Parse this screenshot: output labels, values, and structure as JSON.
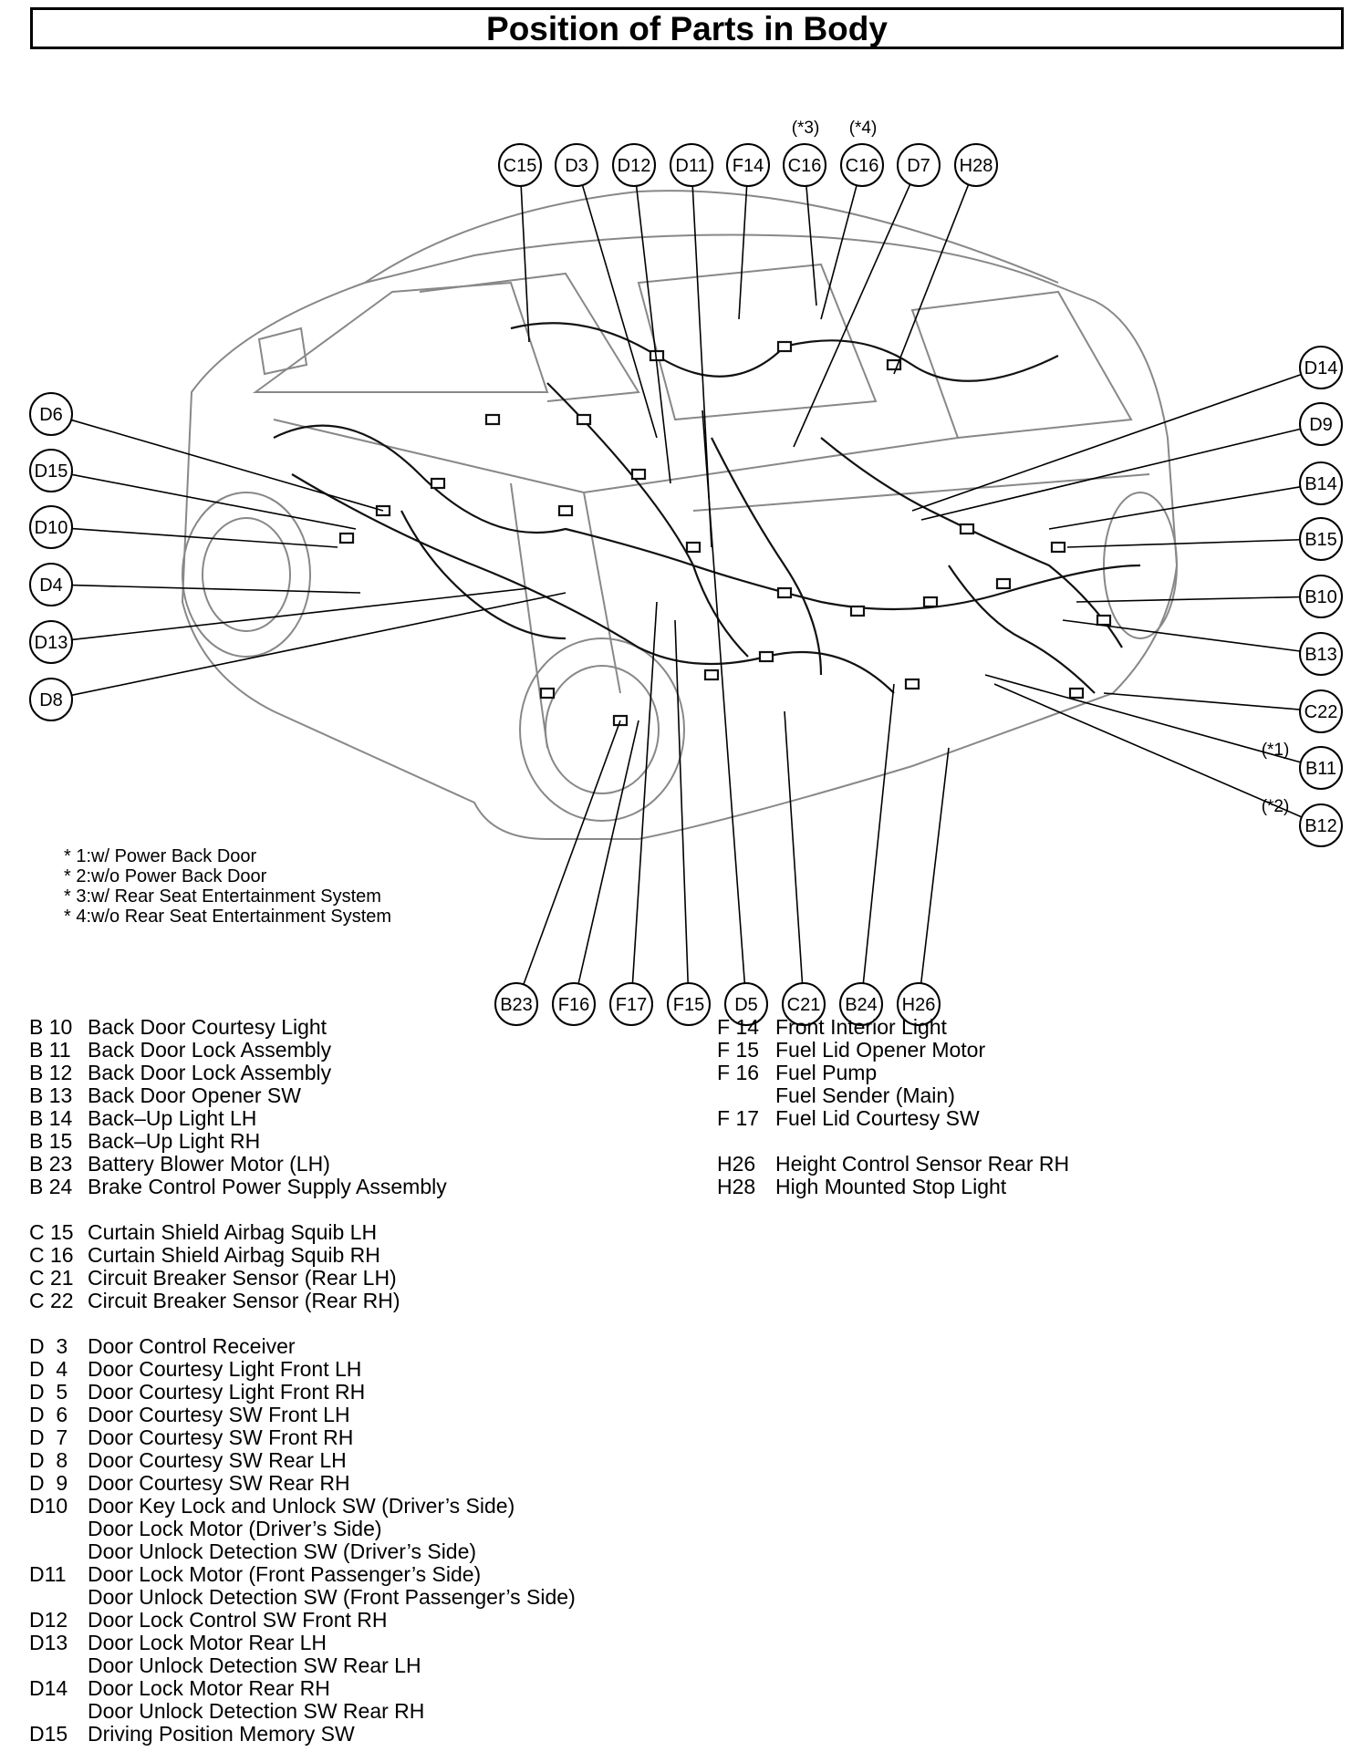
{
  "title": "Position of Parts in Body",
  "notes": [
    "* 1:w/ Power Back Door",
    "* 2:w/o Power Back Door",
    "* 3:w/ Rear Seat Entertainment System",
    "* 4:w/o Rear Seat Entertainment System"
  ],
  "callouts": {
    "top": [
      "C15",
      "D3",
      "D12",
      "D11",
      "F14",
      "C16",
      "C16",
      "D7",
      "H28"
    ],
    "top_notes": [
      "(*3)",
      "(*4)"
    ],
    "left": [
      "D6",
      "D15",
      "D10",
      "D4",
      "D13",
      "D8"
    ],
    "right": [
      "D14",
      "D9",
      "B14",
      "B15",
      "B10",
      "B13",
      "C22",
      "B11",
      "B12"
    ],
    "right_notes": [
      "(*1)",
      "(*2)"
    ],
    "bottom": [
      "B23",
      "F16",
      "F17",
      "F15",
      "D5",
      "C21",
      "B24",
      "H26"
    ]
  },
  "legend_left": [
    {
      "code": "B 10",
      "name": "Back Door Courtesy Light"
    },
    {
      "code": "B 11",
      "name": "Back Door Lock Assembly"
    },
    {
      "code": "B 12",
      "name": "Back Door Lock Assembly"
    },
    {
      "code": "B 13",
      "name": "Back Door Opener SW"
    },
    {
      "code": "B 14",
      "name": "Back–Up Light LH"
    },
    {
      "code": "B 15",
      "name": "Back–Up Light RH"
    },
    {
      "code": "B 23",
      "name": "Battery Blower Motor (LH)"
    },
    {
      "code": "B 24",
      "name": "Brake Control Power Supply Assembly"
    },
    {
      "code": "",
      "name": ""
    },
    {
      "code": "C 15",
      "name": "Curtain Shield Airbag Squib LH"
    },
    {
      "code": "C 16",
      "name": "Curtain Shield Airbag Squib RH"
    },
    {
      "code": "C 21",
      "name": "Circuit Breaker Sensor (Rear LH)"
    },
    {
      "code": "C 22",
      "name": "Circuit Breaker Sensor (Rear RH)"
    },
    {
      "code": "",
      "name": ""
    },
    {
      "code": "D  3",
      "name": "Door Control Receiver"
    },
    {
      "code": "D  4",
      "name": "Door Courtesy Light Front LH"
    },
    {
      "code": "D  5",
      "name": "Door Courtesy Light Front RH"
    },
    {
      "code": "D  6",
      "name": "Door Courtesy SW Front LH"
    },
    {
      "code": "D  7",
      "name": "Door Courtesy SW Front RH"
    },
    {
      "code": "D  8",
      "name": "Door Courtesy SW Rear LH"
    },
    {
      "code": "D  9",
      "name": "Door Courtesy SW Rear RH"
    },
    {
      "code": "D10",
      "name": "Door Key Lock and Unlock SW (Driver’s Side)"
    },
    {
      "code": "",
      "name": "Door Lock Motor (Driver’s Side)"
    },
    {
      "code": "",
      "name": "Door Unlock Detection SW (Driver’s Side)"
    },
    {
      "code": "D11",
      "name": "Door Lock Motor (Front Passenger’s Side)"
    },
    {
      "code": "",
      "name": "Door Unlock Detection SW (Front Passenger’s Side)"
    },
    {
      "code": "D12",
      "name": "Door Lock Control SW Front RH"
    },
    {
      "code": "D13",
      "name": "Door Lock Motor Rear LH"
    },
    {
      "code": "",
      "name": "Door Unlock Detection SW Rear LH"
    },
    {
      "code": "D14",
      "name": "Door Lock Motor Rear RH"
    },
    {
      "code": "",
      "name": "Door Unlock Detection SW Rear RH"
    },
    {
      "code": "D15",
      "name": "Driving Position Memory SW"
    }
  ],
  "legend_right": [
    {
      "code": "F 14",
      "name": "Front Interior Light"
    },
    {
      "code": "F 15",
      "name": "Fuel Lid Opener Motor"
    },
    {
      "code": "F 16",
      "name": "Fuel Pump"
    },
    {
      "code": "",
      "name": "Fuel Sender (Main)"
    },
    {
      "code": "F 17",
      "name": "Fuel Lid Courtesy SW"
    },
    {
      "code": "",
      "name": ""
    },
    {
      "code": "H26",
      "name": "Height Control Sensor Rear RH"
    },
    {
      "code": "H28",
      "name": "High Mounted Stop Light"
    }
  ]
}
